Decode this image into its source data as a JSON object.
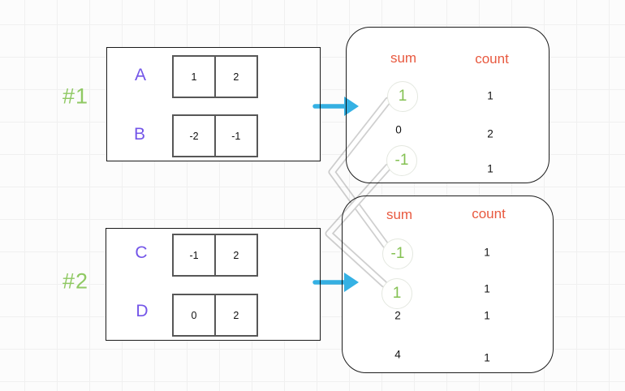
{
  "examples": [
    {
      "id": "#1",
      "arrays": [
        {
          "name": "A",
          "values": [
            "1",
            "2"
          ]
        },
        {
          "name": "B",
          "values": [
            "-2",
            "-1"
          ]
        }
      ],
      "table": {
        "sum_header": "sum",
        "count_header": "count",
        "rows": [
          {
            "sum": "1",
            "count": "1",
            "highlighted": true
          },
          {
            "sum": "0",
            "count": "2",
            "highlighted": false
          },
          {
            "sum": "-1",
            "count": "1",
            "highlighted": true
          }
        ]
      }
    },
    {
      "id": "#2",
      "arrays": [
        {
          "name": "C",
          "values": [
            "-1",
            "2"
          ]
        },
        {
          "name": "D",
          "values": [
            "0",
            "2"
          ]
        }
      ],
      "table": {
        "sum_header": "sum",
        "count_header": "count",
        "rows": [
          {
            "sum": "-1",
            "count": "1",
            "highlighted": true
          },
          {
            "sum": "1",
            "count": "1",
            "highlighted": true
          },
          {
            "sum": "2",
            "count": "1",
            "highlighted": false
          },
          {
            "sum": "4",
            "count": "1",
            "highlighted": false
          }
        ]
      }
    }
  ],
  "connections": {
    "arrows": [
      "example-1-to-table-1",
      "example-2-to-table-2"
    ],
    "links": [
      {
        "from": "example-1 sum 1",
        "to": "example-2 sum -1"
      },
      {
        "from": "example-1 sum -1",
        "to": "example-2 sum 1"
      }
    ]
  },
  "colors": {
    "array_label": "#7355e8",
    "example_label": "#8fc963",
    "table_header": "#e8593f",
    "highlight_number": "#84c152",
    "arrow": "#35b1e4",
    "connector_band": "#cfcfcf",
    "border": "#1a1a1a"
  }
}
